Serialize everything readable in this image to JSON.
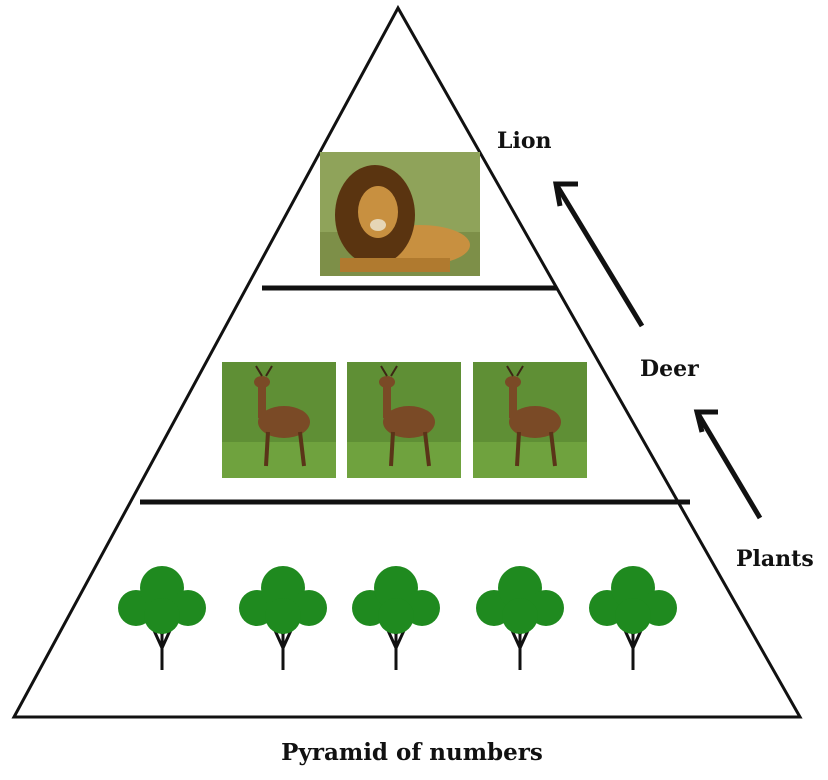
{
  "diagram": {
    "caption": "Pyramid of numbers",
    "levels": [
      {
        "label": "Lion",
        "organism": "lion",
        "count": 1
      },
      {
        "label": "Deer",
        "organism": "deer",
        "count": 3
      },
      {
        "label": "Plants",
        "organism": "plant",
        "count": 5
      }
    ],
    "arrows": [
      {
        "from": "Plants",
        "to": "Deer"
      },
      {
        "from": "Deer",
        "to": "Lion"
      }
    ],
    "colors": {
      "outline": "#111111",
      "grass": "#6f9a3a",
      "lion_fur": "#b07a2f",
      "lion_mane": "#5a3410",
      "deer_body": "#7a4a26",
      "plant_leaf": "#1f8a1f",
      "plant_trunk": "#111111"
    }
  }
}
